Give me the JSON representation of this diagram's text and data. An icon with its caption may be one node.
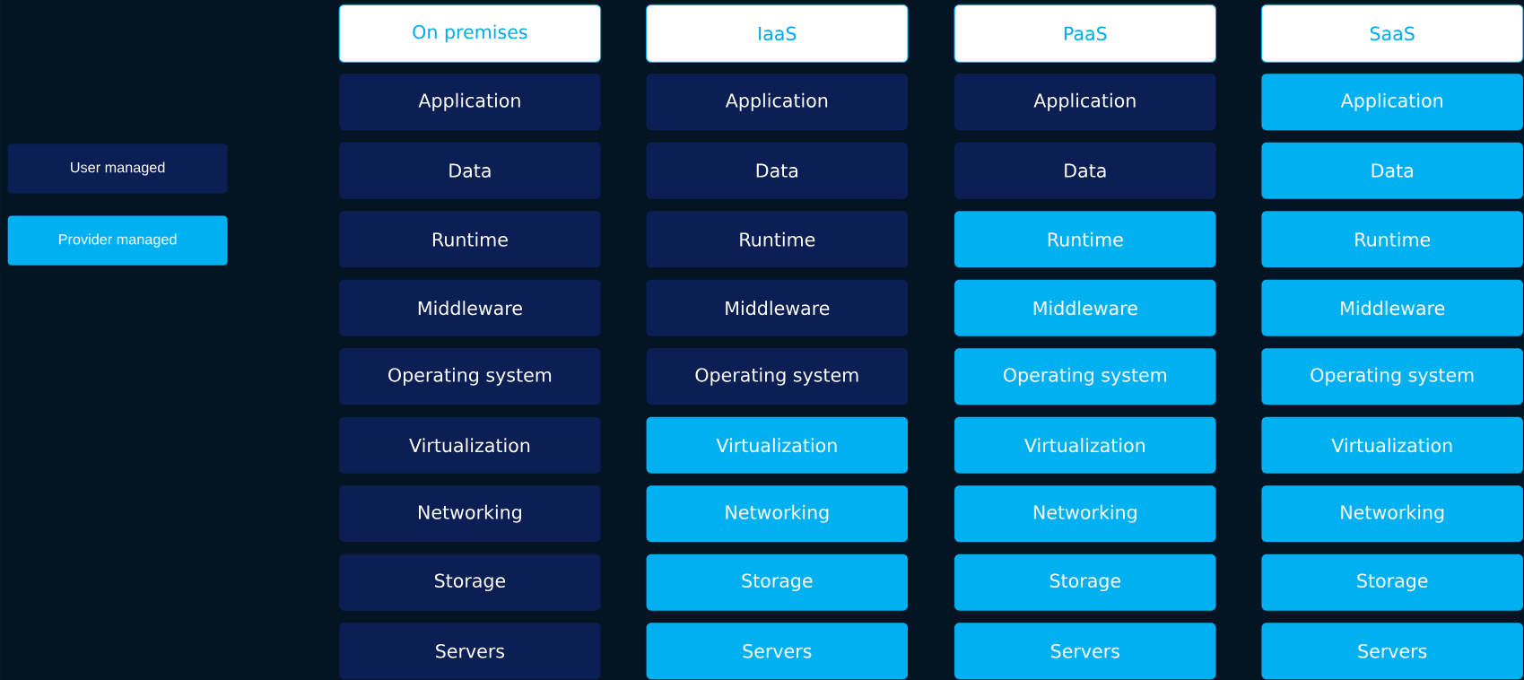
{
  "diagram": {
    "nodes": [
      {
        "text": [
          "On premises"
        ]
      },
      {
        "text": [
          "IaaS"
        ]
      },
      {
        "text": [
          "PaaS"
        ]
      },
      {
        "text": [
          "SaaS"
        ]
      },
      {
        "text": [
          "Application"
        ]
      },
      {
        "text": [
          "Application"
        ]
      },
      {
        "text": [
          "Application"
        ]
      },
      {
        "text": [
          "Application"
        ]
      },
      {
        "text": [
          "Data"
        ]
      },
      {
        "text": [
          "Data"
        ]
      },
      {
        "text": [
          "Data"
        ]
      },
      {
        "text": [
          "Data"
        ]
      },
      {
        "text": [
          "Runtime"
        ]
      },
      {
        "text": [
          "Runtime"
        ]
      },
      {
        "text": [
          "Runtime"
        ]
      },
      {
        "text": [
          "Runtime"
        ]
      },
      {
        "text": [
          "Middleware"
        ]
      },
      {
        "text": [
          "Middleware"
        ]
      },
      {
        "text": [
          "Middleware"
        ]
      },
      {
        "text": [
          "Middleware"
        ]
      },
      {
        "text": [
          "Operating system"
        ]
      },
      {
        "text": [
          "Operating system"
        ]
      },
      {
        "text": [
          "Operating system"
        ]
      },
      {
        "text": [
          "Operating system"
        ]
      },
      {
        "text": [
          "Virtualization"
        ]
      },
      {
        "text": [
          "Virtualization"
        ]
      },
      {
        "text": [
          "Virtualization"
        ]
      },
      {
        "text": [
          "Virtualization"
        ]
      },
      {
        "text": [
          "Networking"
        ]
      },
      {
        "text": [
          "Networking"
        ]
      },
      {
        "text": [
          "Networking"
        ]
      },
      {
        "text": [
          "Networking"
        ]
      },
      {
        "text": [
          "Storage"
        ]
      },
      {
        "text": [
          "Storage"
        ]
      },
      {
        "text": [
          "Storage"
        ]
      },
      {
        "text": [
          "Storage"
        ]
      },
      {
        "text": [
          "Servers"
        ]
      },
      {
        "text": [
          "Servers"
        ]
      },
      {
        "text": [
          "Servers"
        ]
      },
      {
        "text": [
          "Servers"
        ]
      }
    ],
    "legend": [
      {
        "text": "User managed",
        "color": "#0c1f55"
      },
      {
        "text": "Provider managed",
        "color": "#00b0f0"
      }
    ]
  }
}
